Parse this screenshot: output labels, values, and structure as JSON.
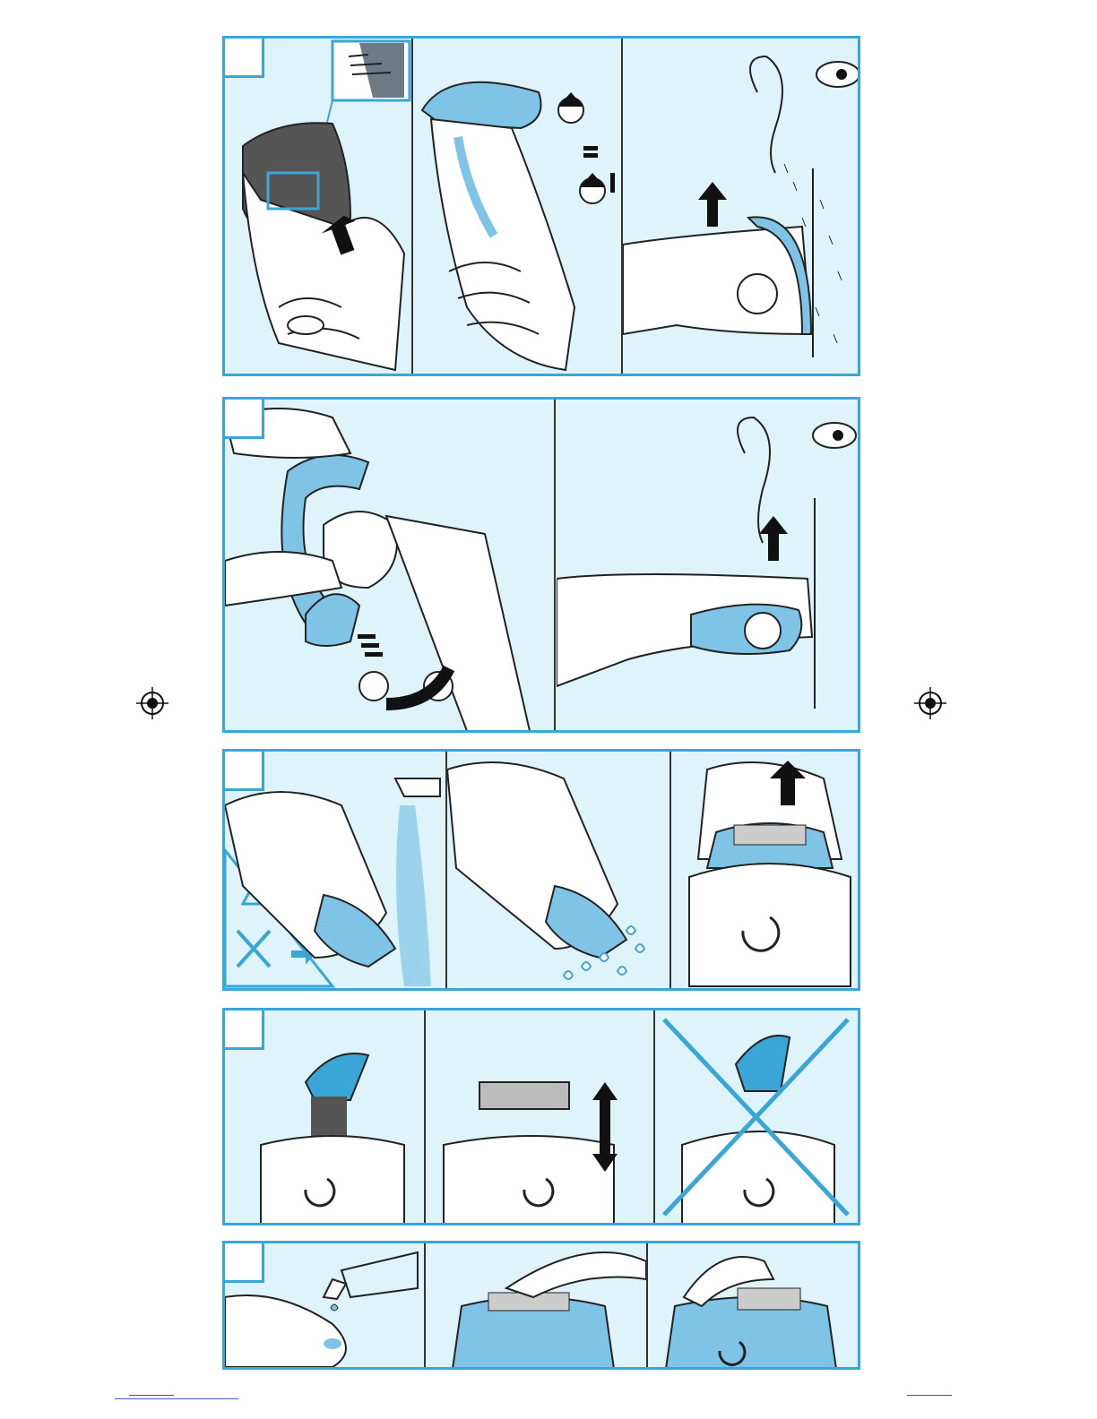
{
  "document": {
    "type": "instruction-illustration-sheet",
    "colors": {
      "frame": "#3aa6d8",
      "panel_bg": "#dff3fa",
      "accent_blue": "#7fc4e6",
      "ink": "#222222"
    },
    "sections": [
      {
        "id": "1",
        "label": "",
        "panels": 3,
        "topic": "trimmer-comb-adjust"
      },
      {
        "id": "2",
        "label": "",
        "panels": 2,
        "topic": "sideburn-trimmer"
      },
      {
        "id": "3",
        "label": "",
        "panels": 3,
        "topic": "rinse-clean"
      },
      {
        "id": "4",
        "label": "",
        "panels": 3,
        "topic": "brush-clean"
      },
      {
        "id": "5",
        "label": "",
        "panels": 3,
        "topic": "oil-foil"
      }
    ]
  }
}
